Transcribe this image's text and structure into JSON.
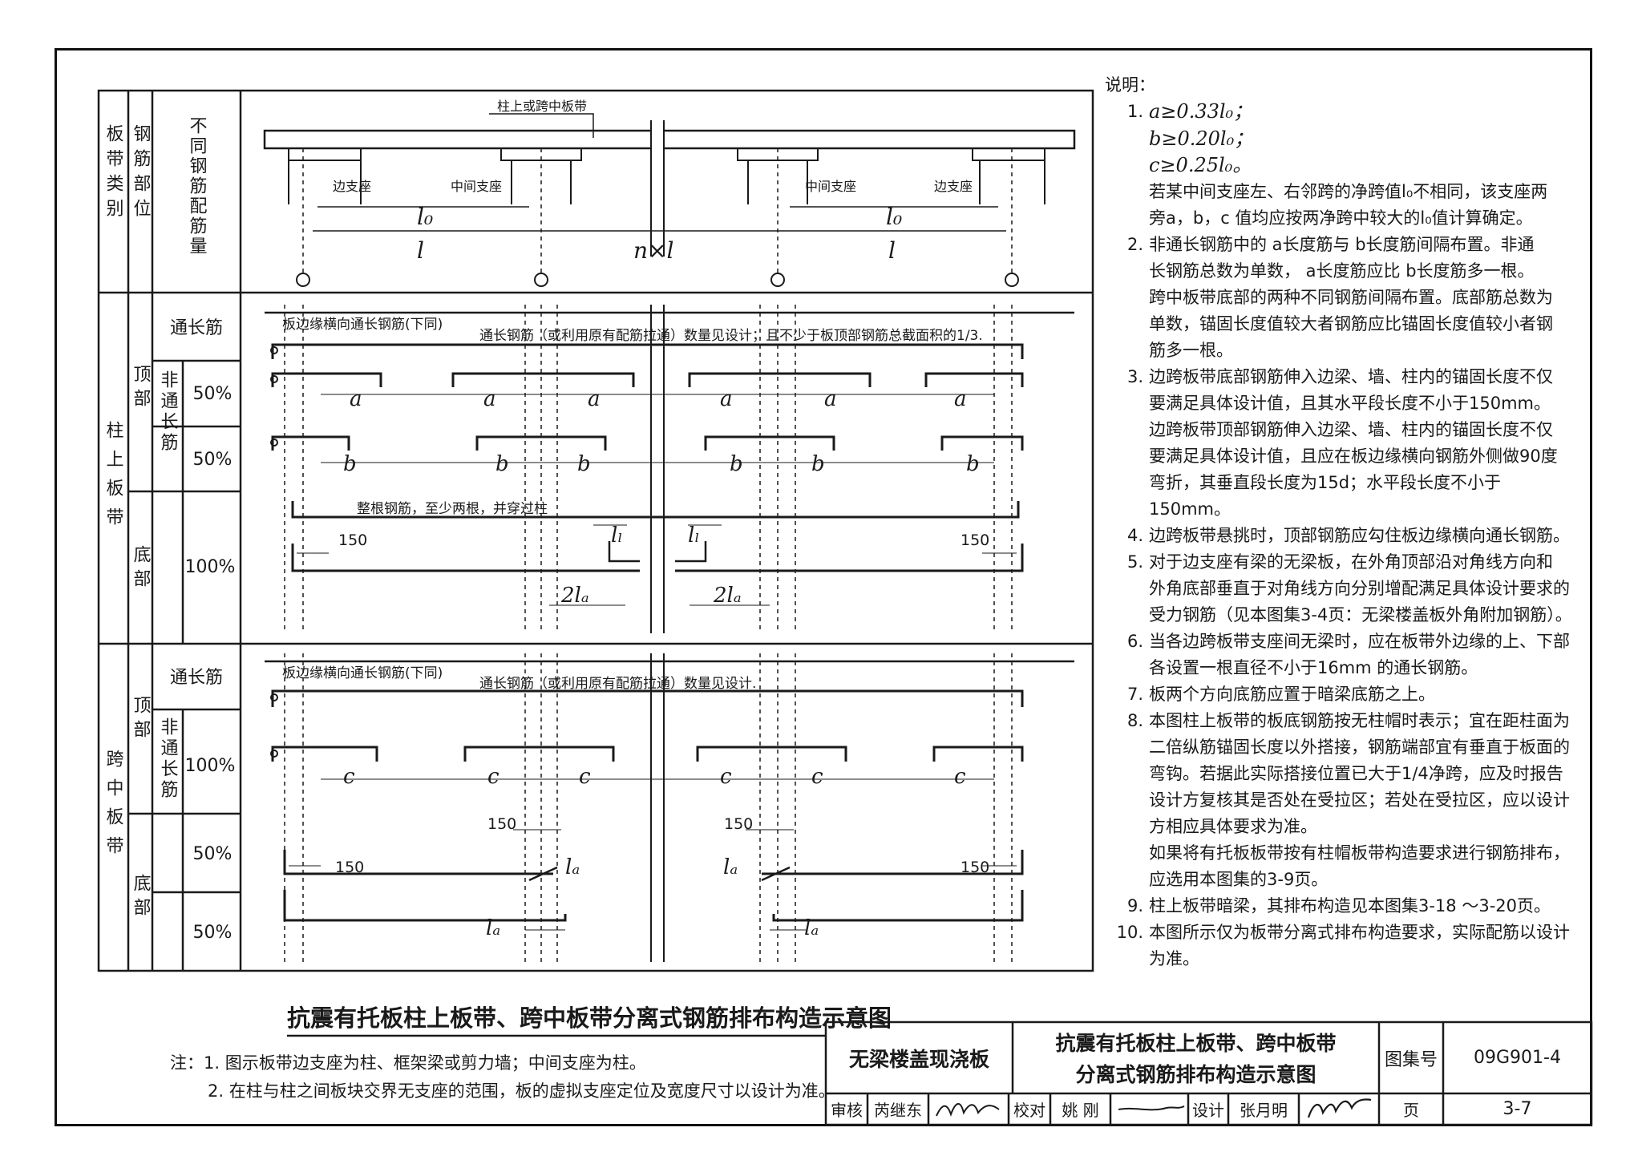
{
  "table": {
    "col_headers": {
      "band_type": "板带类别",
      "rebar_position": "钢筋部位",
      "rebar_amount": "不同钢筋配筋量"
    },
    "column_band": "柱上板带",
    "middle_band": "跨中板带",
    "top": "顶部",
    "bottom": "底部",
    "continuous": "通长筋",
    "non_continuous": "非通长筋",
    "pct50a": "50%",
    "pct50b": "50%",
    "pct100": "100%",
    "pct100b": "100%",
    "pct50c": "50%",
    "pct50d": "50%"
  },
  "header_diagram": {
    "strip_label": "柱上或跨中板带",
    "edge_support": "边支座",
    "middle_support": "中间支座",
    "l0": "l₀",
    "l": "l",
    "nxl": "n×l"
  },
  "column_band_diagram": {
    "edge_transverse": "板边缘横向通长钢筋(下同)",
    "continuous_note": "通长钢筋（或利用原有配筋拉通）数量见设计；且不少于板顶部钢筋总截面积的1/3.",
    "a": "a",
    "b": "b",
    "whole_bar_note": "整根钢筋，至少两根，并穿过柱",
    "dim150": "150",
    "li": "lₗ",
    "two_la": "2lₐ"
  },
  "middle_band_diagram": {
    "edge_transverse": "板边缘横向通长钢筋(下同)",
    "continuous_note": "通长钢筋（或利用原有配筋拉通）数量见设计.",
    "c": "c",
    "dim150": "150",
    "la": "lₐ"
  },
  "notes": {
    "head": "说明：",
    "n1_num": "1.",
    "n1_a": "a≥0.33l₀；",
    "n1_b": "b≥0.20l₀；",
    "n1_c": "c≥0.25l₀。",
    "n1_extra1": "若某中间支座左、右邻跨的净跨值l₀不相同，该支座两",
    "n1_extra2": "旁a，b，c 值均应按两净跨中较大的l₀值计算确定。",
    "n2_num": "2.",
    "n2_1": "非通长钢筋中的 a长度筋与 b长度筋间隔布置。非通",
    "n2_2": "长钢筋总数为单数， a长度筋应比 b长度筋多一根。",
    "n2_3": "跨中板带底部的两种不同钢筋间隔布置。底部筋总数为",
    "n2_4": "单数，锚固长度值较大者钢筋应比锚固长度值较小者钢",
    "n2_5": "筋多一根。",
    "n3_num": "3.",
    "n3_1": "边跨板带底部钢筋伸入边梁、墙、柱内的锚固长度不仅",
    "n3_2": "要满足具体设计值，且其水平段长度不小于150mm。",
    "n3_3": "边跨板带顶部钢筋伸入边梁、墙、柱内的锚固长度不仅",
    "n3_4": "要满足具体设计值，且应在板边缘横向钢筋外侧做90度",
    "n3_5": "弯折，其垂直段长度为15d；水平段长度不小于150mm。",
    "n4_num": "4.",
    "n4_1": "边跨板带悬挑时，顶部钢筋应勾住板边缘横向通长钢筋。",
    "n5_num": "5.",
    "n5_1": "对于边支座有梁的无梁板，在外角顶部沿对角线方向和",
    "n5_2": "外角底部垂直于对角线方向分别增配满足具体设计要求的",
    "n5_3": "受力钢筋（见本图集3-4页：无梁楼盖板外角附加钢筋）。",
    "n6_num": "6.",
    "n6_1": "当各边跨板带支座间无梁时，应在板带外边缘的上、下部",
    "n6_2": "各设置一根直径不小于16mm 的通长钢筋。",
    "n7_num": "7.",
    "n7_1": "板两个方向底筋应置于暗梁底筋之上。",
    "n8_num": "8.",
    "n8_1": "本图柱上板带的板底钢筋按无柱帽时表示；宜在距柱面为",
    "n8_2": "二倍纵筋锚固长度以外搭接，钢筋端部宜有垂直于板面的",
    "n8_3": "弯钩。若据此实际搭接位置已大于1/4净跨，应及时报告",
    "n8_4": "设计方复核其是否处在受拉区；若处在受拉区，应以设计",
    "n8_5": "方相应具体要求为准。",
    "n8_6": "如果将有托板板带按有柱帽板带构造要求进行钢筋排布，",
    "n8_7": "应选用本图集的3-9页。",
    "n9_num": "9.",
    "n9_1": "柱上板带暗梁，其排布构造见本图集3-18 ～3-20页。",
    "n10_num": "10.",
    "n10_1": "本图所示仅为板带分离式排布构造要求，实际配筋以设计",
    "n10_2": "为准。"
  },
  "main_title": "抗震有托板柱上板带、跨中板带分离式钢筋排布构造示意图",
  "footnotes": {
    "prefix": "注：",
    "f1": "1. 图示板带边支座为柱、框架梁或剪力墙；中间支座为柱。",
    "f2": "2. 在柱与柱之间板块交界无支座的范围，板的虚拟支座定位及宽度尺寸以设计为准。"
  },
  "title_block": {
    "category": "无梁楼盖现浇板",
    "drawing_title_1": "抗震有托板柱上板带、跨中板带",
    "drawing_title_2": "分离式钢筋排布构造示意图",
    "atlas_label": "图集号",
    "atlas_no": "09G901-4",
    "review_label": "审核",
    "reviewer": "芮继东",
    "check_label": "校对",
    "checker": "姚 刚",
    "design_label": "设计",
    "designer": "张月明",
    "page_label": "页",
    "page_no": "3-7"
  }
}
